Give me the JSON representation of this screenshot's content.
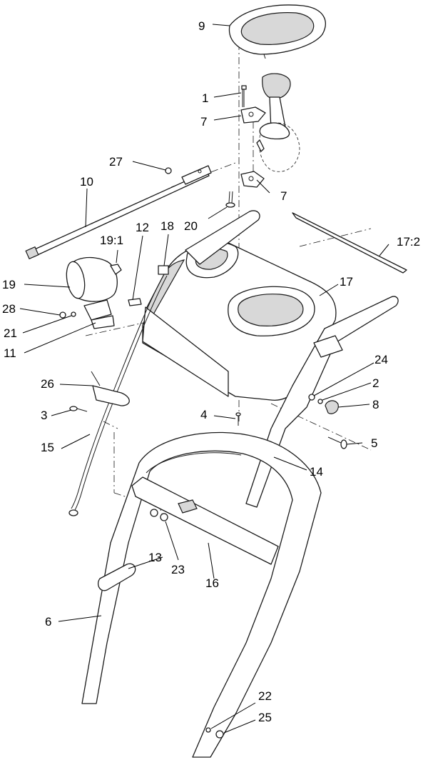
{
  "callouts": [
    {
      "id": "c1",
      "label": "1"
    },
    {
      "id": "c2",
      "label": "2"
    },
    {
      "id": "c3",
      "label": "3"
    },
    {
      "id": "c4",
      "label": "4"
    },
    {
      "id": "c5",
      "label": "5"
    },
    {
      "id": "c6",
      "label": "6"
    },
    {
      "id": "c7a",
      "label": "7"
    },
    {
      "id": "c7b",
      "label": "7"
    },
    {
      "id": "c8",
      "label": "8"
    },
    {
      "id": "c9",
      "label": "9"
    },
    {
      "id": "c10",
      "label": "10"
    },
    {
      "id": "c11",
      "label": "11"
    },
    {
      "id": "c12",
      "label": "12"
    },
    {
      "id": "c13",
      "label": "13"
    },
    {
      "id": "c14",
      "label": "14"
    },
    {
      "id": "c15",
      "label": "15"
    },
    {
      "id": "c16",
      "label": "16"
    },
    {
      "id": "c17",
      "label": "17"
    },
    {
      "id": "c17_2",
      "label": "17:2"
    },
    {
      "id": "c18",
      "label": "18"
    },
    {
      "id": "c19",
      "label": "19"
    },
    {
      "id": "c19_1",
      "label": "19:1"
    },
    {
      "id": "c20",
      "label": "20"
    },
    {
      "id": "c21",
      "label": "21"
    },
    {
      "id": "c22",
      "label": "22"
    },
    {
      "id": "c23",
      "label": "23"
    },
    {
      "id": "c24",
      "label": "24"
    },
    {
      "id": "c25",
      "label": "25"
    },
    {
      "id": "c26",
      "label": "26"
    },
    {
      "id": "c27",
      "label": "27"
    },
    {
      "id": "c28",
      "label": "28"
    }
  ]
}
